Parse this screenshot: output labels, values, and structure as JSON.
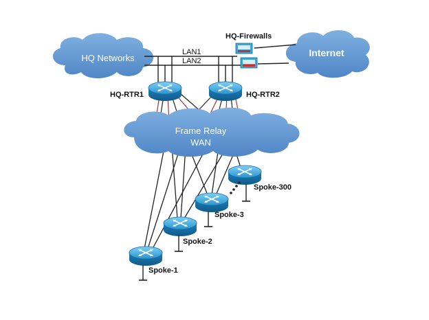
{
  "clouds": {
    "hq": "HQ Networks",
    "internet": "Internet",
    "wan_line1": "Frame Relay",
    "wan_line2": "WAN"
  },
  "lans": {
    "lan1": "LAN1",
    "lan2": "LAN2"
  },
  "firewalls": {
    "label": "HQ-Firewalls"
  },
  "routers": {
    "hq1": "HQ-RTR1",
    "hq2": "HQ-RTR2",
    "spoke1": "Spoke-1",
    "spoke2": "Spoke-2",
    "spoke3": "Spoke-3",
    "spoke300": "Spoke-300"
  },
  "colors": {
    "cloud": "#5b9bd5",
    "router": "#2f9fd8",
    "link": "#222222",
    "hq_link": "#b03030"
  }
}
